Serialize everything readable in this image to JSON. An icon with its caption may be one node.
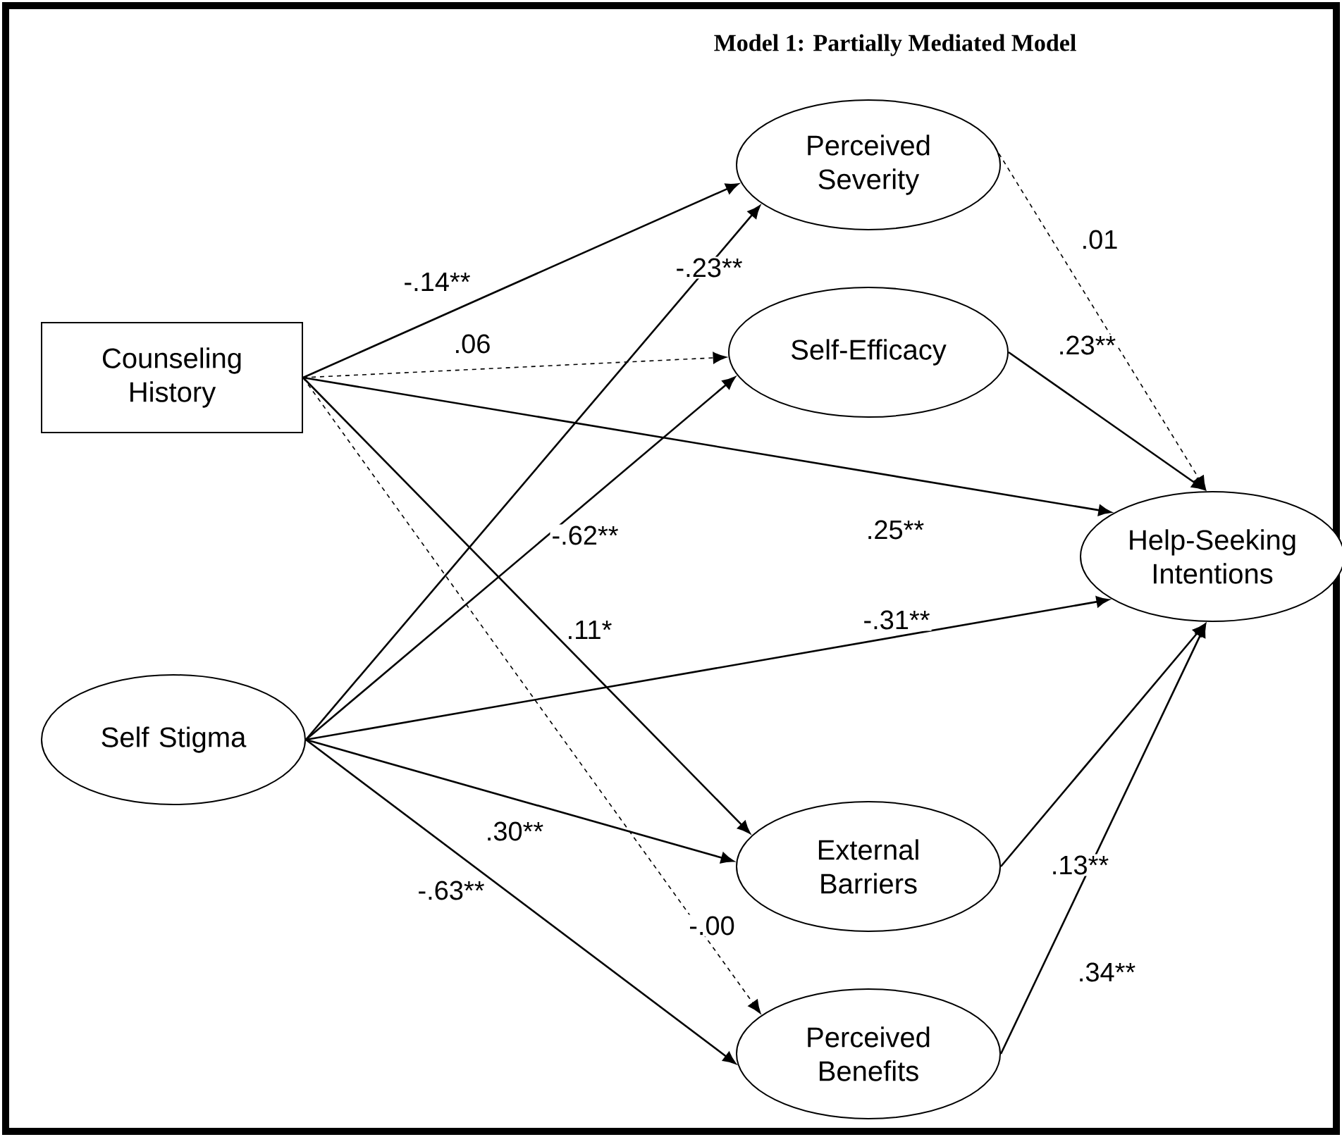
{
  "diagram": {
    "title": "Model 1: Partially Mediated Model",
    "nodes": [
      {
        "text": [
          "Counseling History"
        ]
      },
      {
        "text": [
          "Self Stigma"
        ]
      },
      {
        "text": [
          "Perceived Severity"
        ]
      },
      {
        "text": [
          "Self-Efficacy"
        ]
      },
      {
        "text": [
          "Help-Seeking Intentions"
        ]
      },
      {
        "text": [
          "External Barriers"
        ]
      },
      {
        "text": [
          "Perceived Benefits"
        ]
      }
    ],
    "edges": [
      {
        "from": 0,
        "to": 2,
        "arrow": "to",
        "label": "-.14**"
      },
      {
        "from": 1,
        "to": 2,
        "arrow": "to",
        "label": "-.23**"
      },
      {
        "from": 0,
        "to": 3,
        "arrow": "to",
        "label": ".06",
        "style": "dashed"
      },
      {
        "from": 1,
        "to": 3,
        "arrow": "to",
        "label": "-.62**"
      },
      {
        "from": 0,
        "to": 4,
        "arrow": "to",
        "label": ".25**"
      },
      {
        "from": 0,
        "to": 5,
        "arrow": "to",
        "label": ".11*"
      },
      {
        "from": 1,
        "to": 4,
        "arrow": "to",
        "label": "-.31**"
      },
      {
        "from": 1,
        "to": 5,
        "arrow": "to",
        "label": ".30**"
      },
      {
        "from": 1,
        "to": 6,
        "arrow": "to",
        "label": "-.63**"
      },
      {
        "from": 0,
        "to": 6,
        "arrow": "to",
        "label": "-.00",
        "style": "dashed"
      },
      {
        "from": 2,
        "to": 4,
        "arrow": "to",
        "label": ".01",
        "style": "dashed"
      },
      {
        "from": 3,
        "to": 4,
        "arrow": "to",
        "label": ".23**"
      },
      {
        "from": 5,
        "to": 4,
        "arrow": "to",
        "label": ".13**"
      },
      {
        "from": 6,
        "to": 4,
        "arrow": "to",
        "label": ".34**"
      }
    ]
  }
}
